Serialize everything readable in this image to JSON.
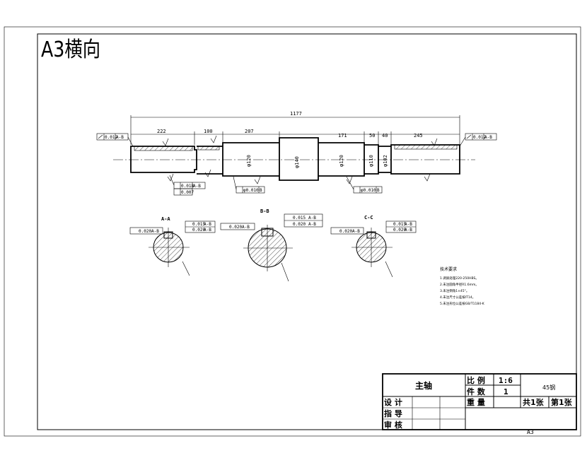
{
  "sheet": {
    "format_label": "A3横向",
    "corner_label": "A3"
  },
  "shaft": {
    "overall_length": "1177",
    "segments": [
      "222",
      "100",
      "207",
      "171",
      "50",
      "40",
      "245"
    ],
    "diameters": [
      "φ120",
      "φ140",
      "φ120",
      "φ110",
      "φ102"
    ],
    "runout_left": {
      "value": "0.012",
      "datum": "A-B"
    },
    "runout_right": {
      "value": "0.012",
      "datum": "A-B"
    },
    "tol_1": {
      "value": "0.018",
      "datum": "A-B"
    },
    "tol_2": {
      "value": "0.007"
    },
    "tol_3": {
      "value": "φ0.010",
      "datum": "B"
    },
    "tol_4": {
      "value": "φ0.010",
      "datum": "B"
    }
  },
  "sections": [
    {
      "name": "A-A",
      "sym": "0.015",
      "sym_datum": "A-B",
      "flat": "0.020",
      "flat_datum": "A-B",
      "par": "0.020",
      "par_datum": "A-B"
    },
    {
      "name": "B-B",
      "sym": "0.015",
      "sym_datum": "A-B",
      "flat": "0.020",
      "flat_datum": "A-B",
      "par": "0.020",
      "par_datum": "A-B"
    },
    {
      "name": "C-C",
      "sym": "0.015",
      "sym_datum": "A-B",
      "flat": "0.020",
      "flat_datum": "A-B",
      "par": "0.020",
      "par_datum": "A-B"
    }
  ],
  "notes": {
    "title": "技术要求",
    "lines": [
      "1.调质处理220-250HBS。",
      "2.未注圆角半径R1.6mm。",
      "3.未注倒角1×45°。",
      "4.未注尺寸公差按IT14。",
      "5.未注形位公差按GB/T1184-K"
    ]
  },
  "title_block": {
    "part_name": "主轴",
    "scale_label": "比 例",
    "scale_value": "1:6",
    "qty_label": "件 数",
    "qty_value": "1",
    "material": "45钢",
    "weight_label": "重 量",
    "sheets_total": "共1张",
    "sheet_no": "第1张",
    "design_label": "设 计",
    "guide_label": "指 导",
    "review_label": "审 核"
  }
}
